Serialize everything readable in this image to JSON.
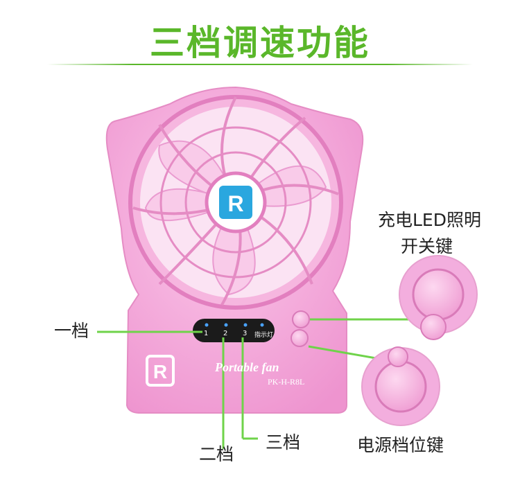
{
  "title": "三档调速功能",
  "labels": {
    "charge_led_line1": "充电LED照明",
    "charge_led_line2": "开关键",
    "power_key": "电源档位键",
    "gear_one": "一档",
    "gear_two": "二档",
    "gear_three": "三档"
  },
  "fan": {
    "brand_text": "Portable fan",
    "model": "PK-H-R8L",
    "panel_numbers": [
      "1",
      "2",
      "3"
    ],
    "panel_light_label": "指示灯"
  },
  "colors": {
    "title_green": "#5ab72a",
    "fan_pink": "#f4a6d9",
    "callout_green": "#6fd34a"
  }
}
